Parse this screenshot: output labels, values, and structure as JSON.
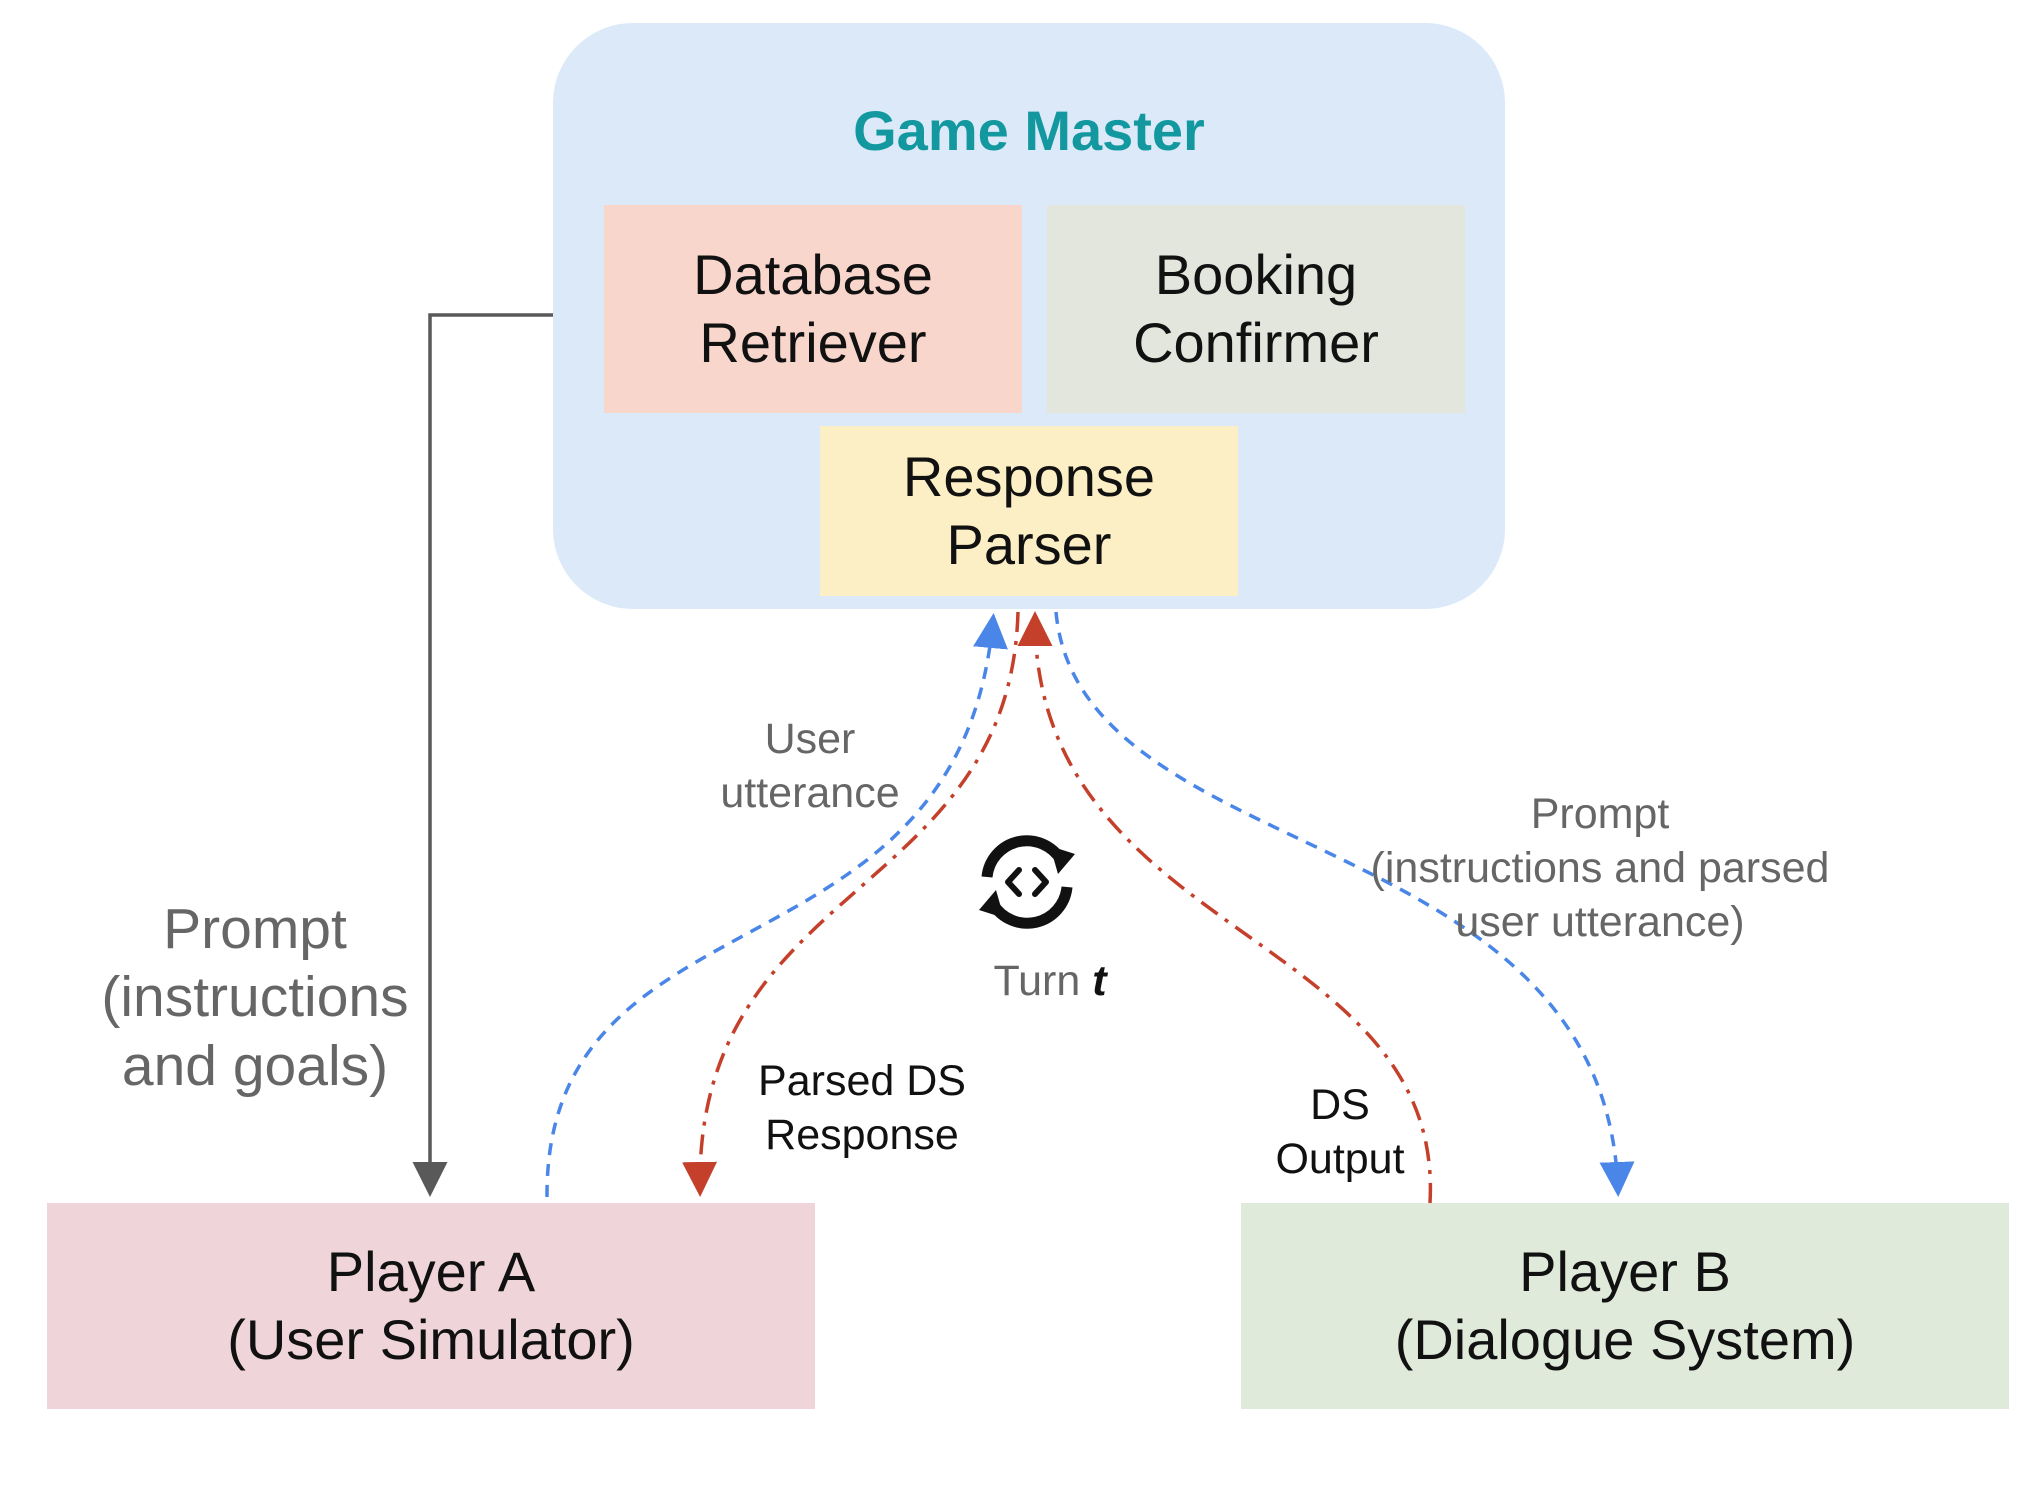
{
  "game_master": {
    "title": "Game Master",
    "components": {
      "database_retriever": "Database\nRetriever",
      "booking_confirmer": "Booking\nConfirmer",
      "response_parser": "Response\nParser"
    }
  },
  "players": {
    "a": "Player A\n(User Simulator)",
    "b": "Player B\n(Dialogue System)"
  },
  "labels": {
    "prompt_a": "Prompt\n(instructions\nand goals)",
    "user_utterance": "User\nutterance",
    "parsed_ds_response": "Parsed DS\nResponse",
    "ds_output": "DS\nOutput",
    "prompt_b": "Prompt\n(instructions and parsed\nuser utterance)",
    "turn_prefix": "Turn ",
    "turn_var": "t"
  },
  "icons": [
    "turn-cycle-icon"
  ],
  "colors": {
    "gm_title": "#12989e",
    "gm_panel": "#dbe9f9",
    "database_retriever": "#f8d6cc",
    "booking_confirmer": "#e3e6dd",
    "response_parser": "#fcefc5",
    "player_a": "#efd5da",
    "player_b": "#dfeada",
    "blue_arrow": "#4a86e8",
    "red_arrow": "#c4402a",
    "gray_arrow": "#595959"
  }
}
